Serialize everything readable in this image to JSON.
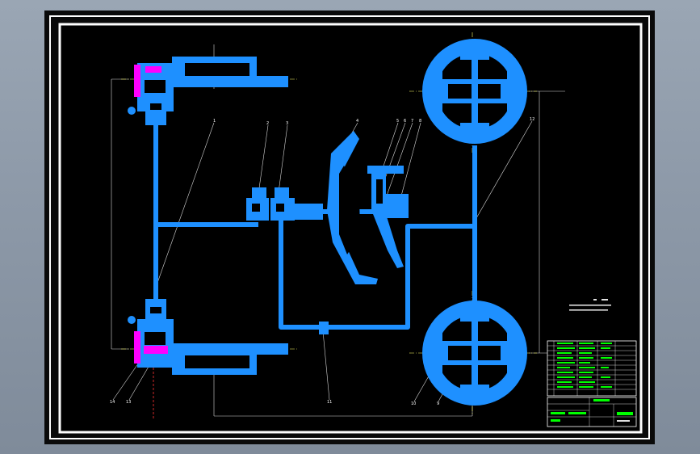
{
  "drawing": {
    "part_numbers": [
      "1",
      "2",
      "3",
      "4",
      "5",
      "6",
      "7",
      "8",
      "9",
      "10",
      "11",
      "12",
      "13",
      "14"
    ],
    "notes_title": "",
    "notes_lines": [],
    "title_block": {
      "drawing_name": "",
      "scale": "",
      "sheet": ""
    },
    "colors": {
      "background": "#000000",
      "frame": "#ffffff",
      "component": "#1e90ff",
      "highlight": "#ff00ff",
      "centerline": "#ffff66",
      "section_cut": "#ff3333",
      "table_text": "#00ff00"
    }
  }
}
